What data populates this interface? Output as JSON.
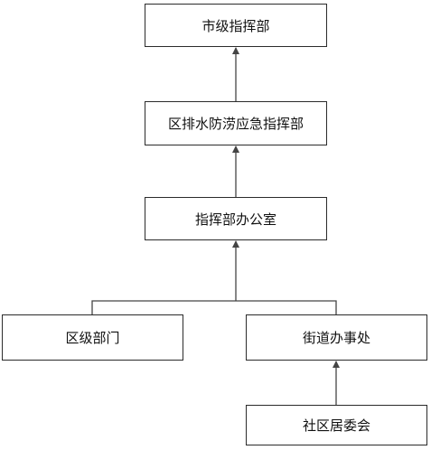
{
  "diagram": {
    "nodes": {
      "city_hq": "市级指挥部",
      "district_drainage_hq": "区排水防涝应急指挥部",
      "hq_office": "指挥部办公室",
      "district_departments": "区级部门",
      "subdistrict_office": "街道办事处",
      "residents_committee": "社区居委会"
    },
    "edges": [
      {
        "from": "district_drainage_hq",
        "to": "city_hq"
      },
      {
        "from": "hq_office",
        "to": "district_drainage_hq"
      },
      {
        "from": "district_departments",
        "to": "hq_office"
      },
      {
        "from": "subdistrict_office",
        "to": "hq_office"
      },
      {
        "from": "residents_committee",
        "to": "subdistrict_office"
      }
    ],
    "colors": {
      "line": "#444444",
      "border": "#2b2b2b",
      "text": "#111111"
    }
  }
}
